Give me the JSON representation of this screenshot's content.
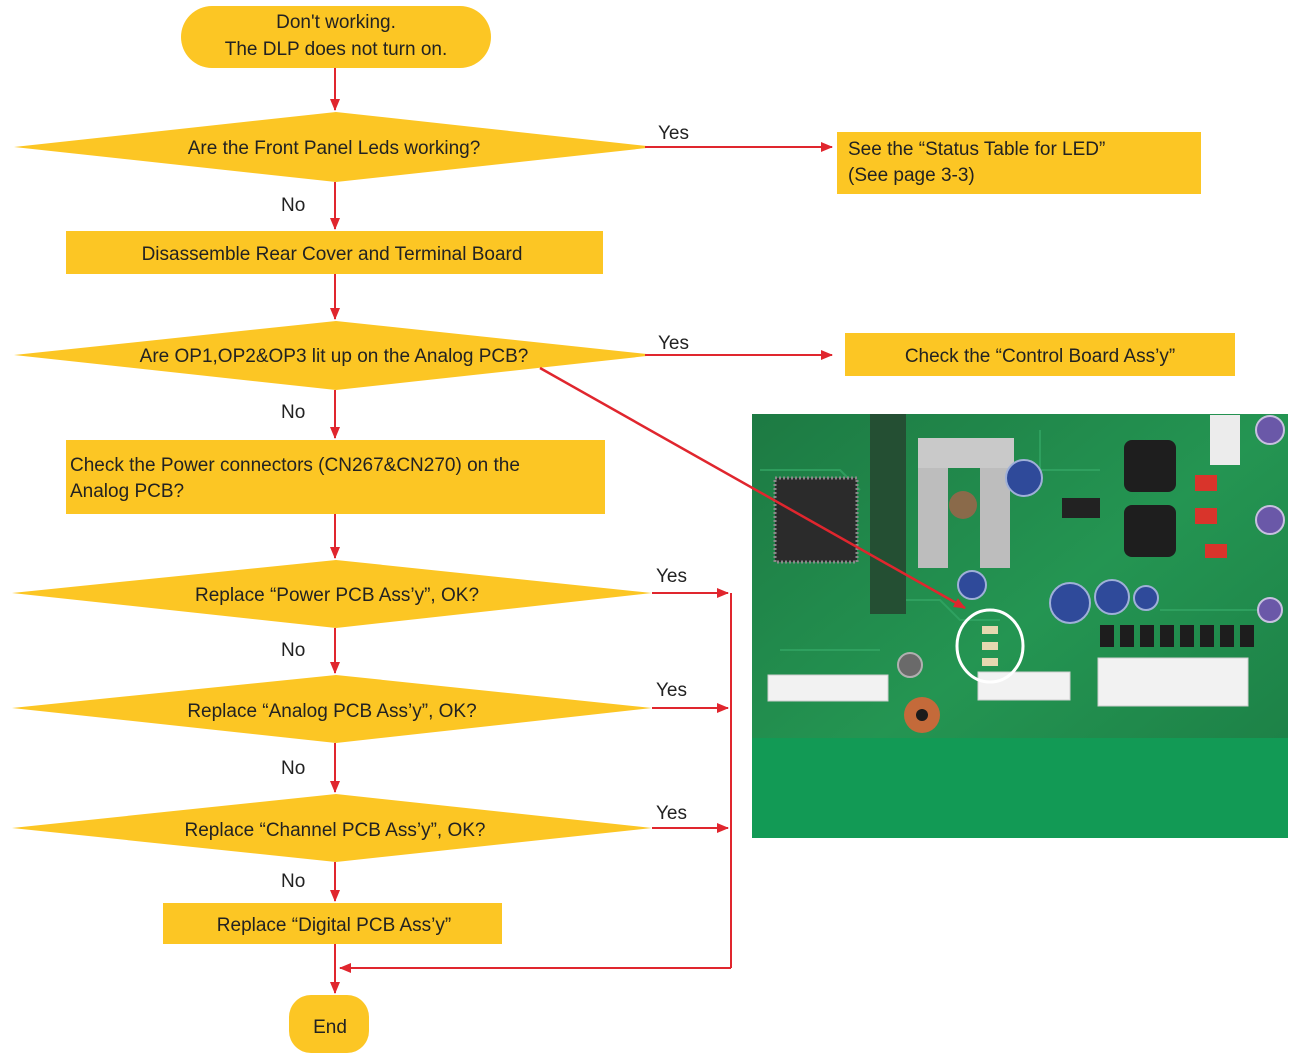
{
  "start": {
    "line1": "Don't working.",
    "line2": "The DLP does not turn on."
  },
  "q1": {
    "text": "Are the Front Panel Leds working?",
    "yes": "Yes",
    "no": "No"
  },
  "status_box": {
    "line1": "See the “Status Table for LED”",
    "line2": "(See page 3-3)"
  },
  "step_disassemble": "Disassemble Rear Cover and Terminal Board",
  "q2": {
    "text": "Are OP1,OP2&OP3 lit up on the Analog PCB?",
    "yes": "Yes",
    "no": "No"
  },
  "control_box": "Check the “Control Board Ass’y”",
  "step_power_conn": {
    "line1": "Check the Power connectors (CN267&CN270) on the",
    "line2": "Analog PCB?"
  },
  "q3": {
    "text": "Replace “Power PCB Ass’y”, OK?",
    "yes": "Yes",
    "no": "No"
  },
  "q4": {
    "text": "Replace “Analog PCB Ass’y”, OK?",
    "yes": "Yes",
    "no": "No"
  },
  "q5": {
    "text": "Replace “Channel PCB Ass’y”, OK?",
    "yes": "Yes",
    "no": "No"
  },
  "step_digital": "Replace “Digital PCB Ass’y”",
  "end": "End",
  "colors": {
    "shape_fill": "#fcc624",
    "arrow": "#e0262e",
    "pcb_green": "#1f8a4a",
    "mat_green": "#129a55"
  }
}
